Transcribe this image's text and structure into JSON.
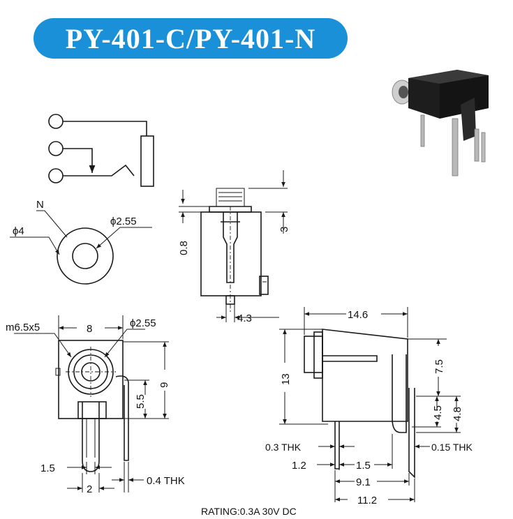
{
  "title": "PY-401-C/PY-401-N",
  "colors": {
    "badge": "#1a90d8",
    "badge_text": "#ffffff",
    "line": "#1a1a1a"
  },
  "schematic": {
    "pin_label": "N",
    "outer_dia": "ϕ4",
    "inner_dia": "ϕ2.55"
  },
  "side_view": {
    "dim_top": "0.8",
    "dim_right": "3",
    "dim_bottom": "4.3"
  },
  "front_view": {
    "thread": "m6.5x5",
    "width": "8",
    "bore": "ϕ2.55",
    "height_inner": "5.5",
    "height": "9",
    "pin_spacing_a": "1.5",
    "pin_spacing_b": "2",
    "pin_thk": "0.4 THK"
  },
  "profile_view": {
    "length": "14.6",
    "height": "13",
    "upper": "7.5",
    "lower_a": "4.5",
    "lower_b": "4.8",
    "thk_left": "0.3 THK",
    "thk_right": "0.15 THK",
    "dim_a": "1.2",
    "dim_b": "1.5",
    "dim_c": "9.1",
    "dim_d": "11.2"
  },
  "rating": "RATING:0.3A 30V DC"
}
